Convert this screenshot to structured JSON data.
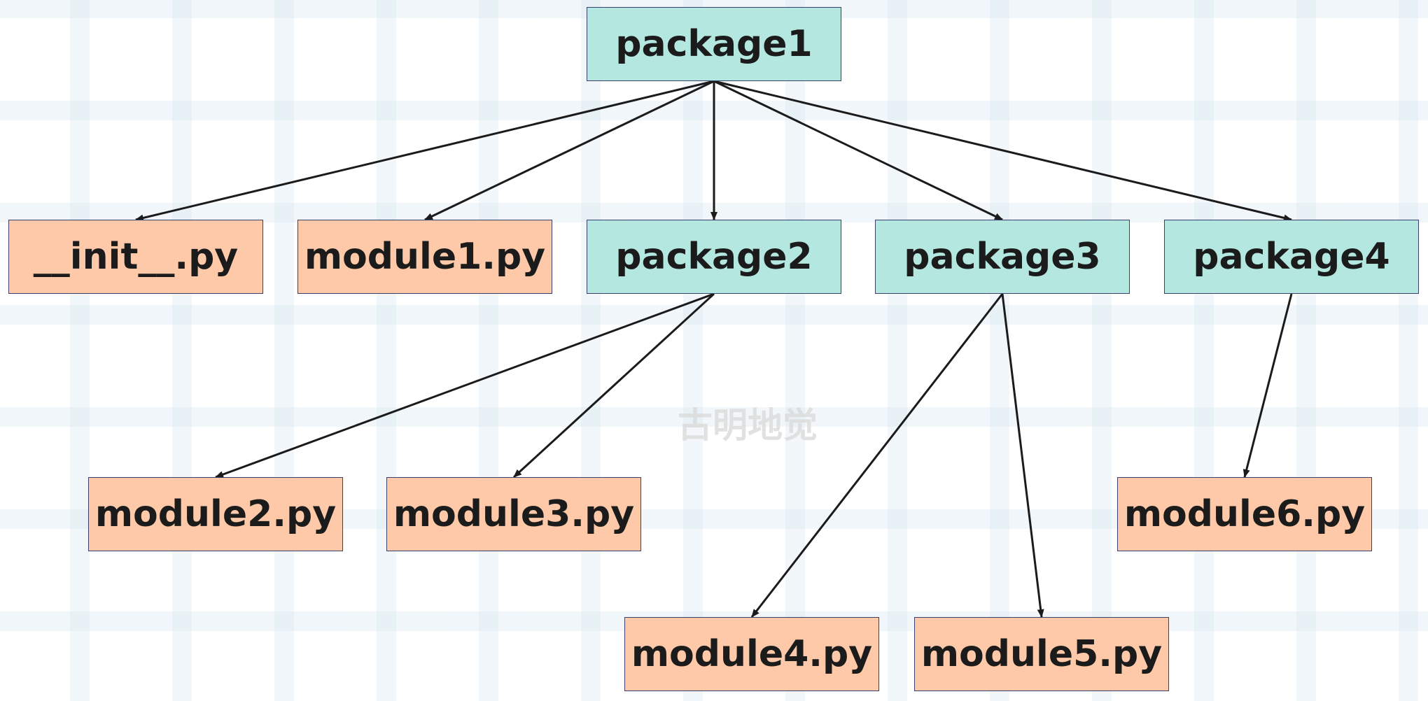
{
  "nodes": {
    "package1": {
      "label": "package1",
      "kind": "package"
    },
    "init": {
      "label": "__init__.py",
      "kind": "module"
    },
    "module1": {
      "label": "module1.py",
      "kind": "module"
    },
    "package2": {
      "label": "package2",
      "kind": "package"
    },
    "package3": {
      "label": "package3",
      "kind": "package"
    },
    "package4": {
      "label": "package4",
      "kind": "package"
    },
    "module2": {
      "label": "module2.py",
      "kind": "module"
    },
    "module3": {
      "label": "module3.py",
      "kind": "module"
    },
    "module4": {
      "label": "module4.py",
      "kind": "module"
    },
    "module5": {
      "label": "module5.py",
      "kind": "module"
    },
    "module6": {
      "label": "module6.py",
      "kind": "module"
    }
  },
  "edges": [
    {
      "from": "package1",
      "to": "init"
    },
    {
      "from": "package1",
      "to": "module1"
    },
    {
      "from": "package1",
      "to": "package2"
    },
    {
      "from": "package1",
      "to": "package3"
    },
    {
      "from": "package1",
      "to": "package4"
    },
    {
      "from": "package2",
      "to": "module2"
    },
    {
      "from": "package2",
      "to": "module3"
    },
    {
      "from": "package3",
      "to": "module4"
    },
    {
      "from": "package3",
      "to": "module5"
    },
    {
      "from": "package4",
      "to": "module6"
    }
  ],
  "watermark": "古明地觉",
  "colors": {
    "package_fill": "#b3e7e0",
    "module_fill": "#fdc9a8",
    "border": "#3a3f6b",
    "arrow": "#1b1b1b"
  }
}
